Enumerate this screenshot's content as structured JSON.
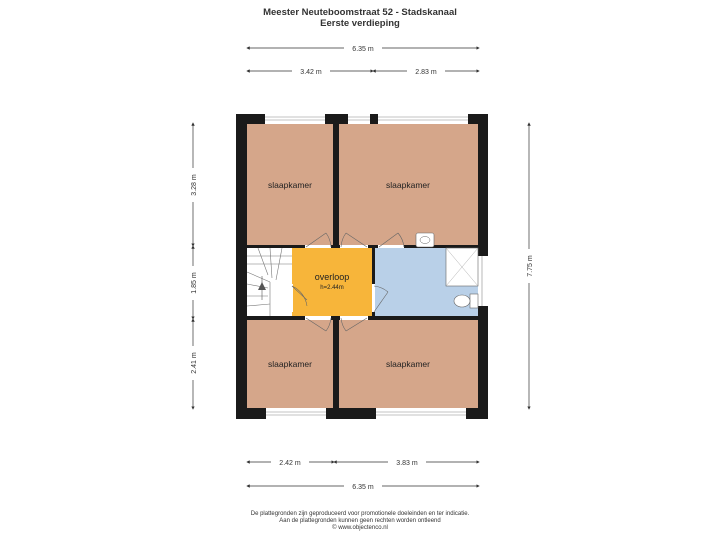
{
  "header": {
    "title": "Meester Neuteboomstraat 52 - Stadskanaal",
    "subtitle": "Eerste verdieping"
  },
  "dimensions": {
    "top_total": "6.35 m",
    "top_left": "3.42 m",
    "top_right": "2.83 m",
    "left_top": "3.28 m",
    "left_middle": "1.85 m",
    "left_bottom": "2.41 m",
    "right_total": "7.75 m",
    "bottom_left": "2.42 m",
    "bottom_right": "3.83 m",
    "bottom_total": "6.35 m"
  },
  "rooms": {
    "bedroom_top_left": "slaapkamer",
    "bedroom_top_right": "slaapkamer",
    "landing": "overloop",
    "landing_height": "h=2.44m",
    "bedroom_bottom_left": "slaapkamer",
    "bedroom_bottom_right": "slaapkamer"
  },
  "colors": {
    "bedroom": "#d5a68a",
    "landing": "#f7b53a",
    "bathroom": "#b9d0e8",
    "wall": "#1a1a1a"
  },
  "footer": {
    "line1": "De plattegronden zijn geproduceerd voor promotionele doeleinden en ter indicatie.",
    "line2": "Aan de plattegronden kunnen geen rechten worden ontleend",
    "line3": "© www.objectenco.nl"
  }
}
